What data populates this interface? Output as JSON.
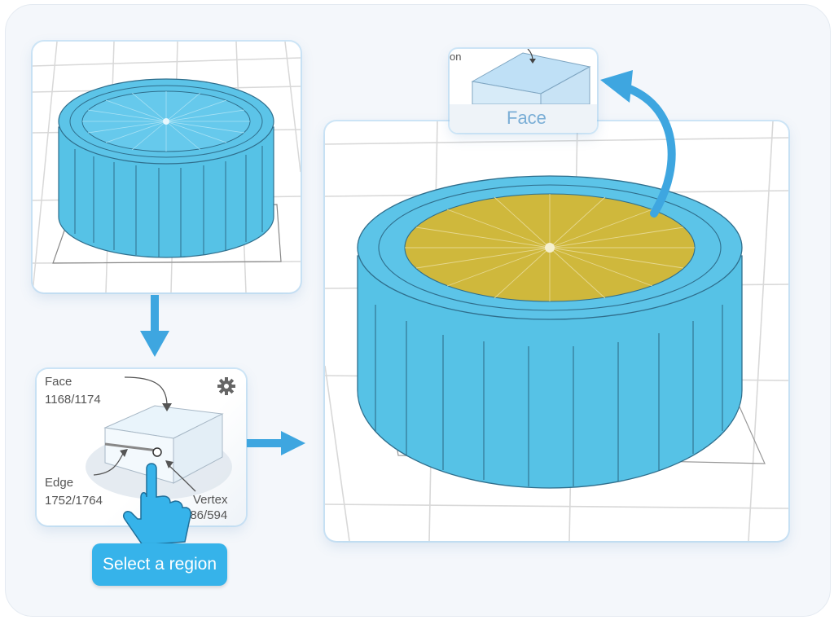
{
  "colors": {
    "accent": "#36b3ea",
    "cylinder_side": "#56c2e6",
    "selected_face": "#cfb83c",
    "arrow": "#3ea6e0"
  },
  "tooltip": {
    "partial_text": "on",
    "label": "Face"
  },
  "select_panel": {
    "face_label": "Face",
    "face_count": "1168/1174",
    "edge_label": "Edge",
    "edge_count": "1752/1764",
    "vertex_label": "Vertex",
    "vertex_count": "586/594",
    "settings_icon": "gear-icon"
  },
  "select_button": {
    "label": "Select a region"
  },
  "icons": [
    "gear-icon",
    "hand-pointer-icon",
    "arrow-down-icon",
    "arrow-right-icon",
    "curved-arrow-icon"
  ]
}
